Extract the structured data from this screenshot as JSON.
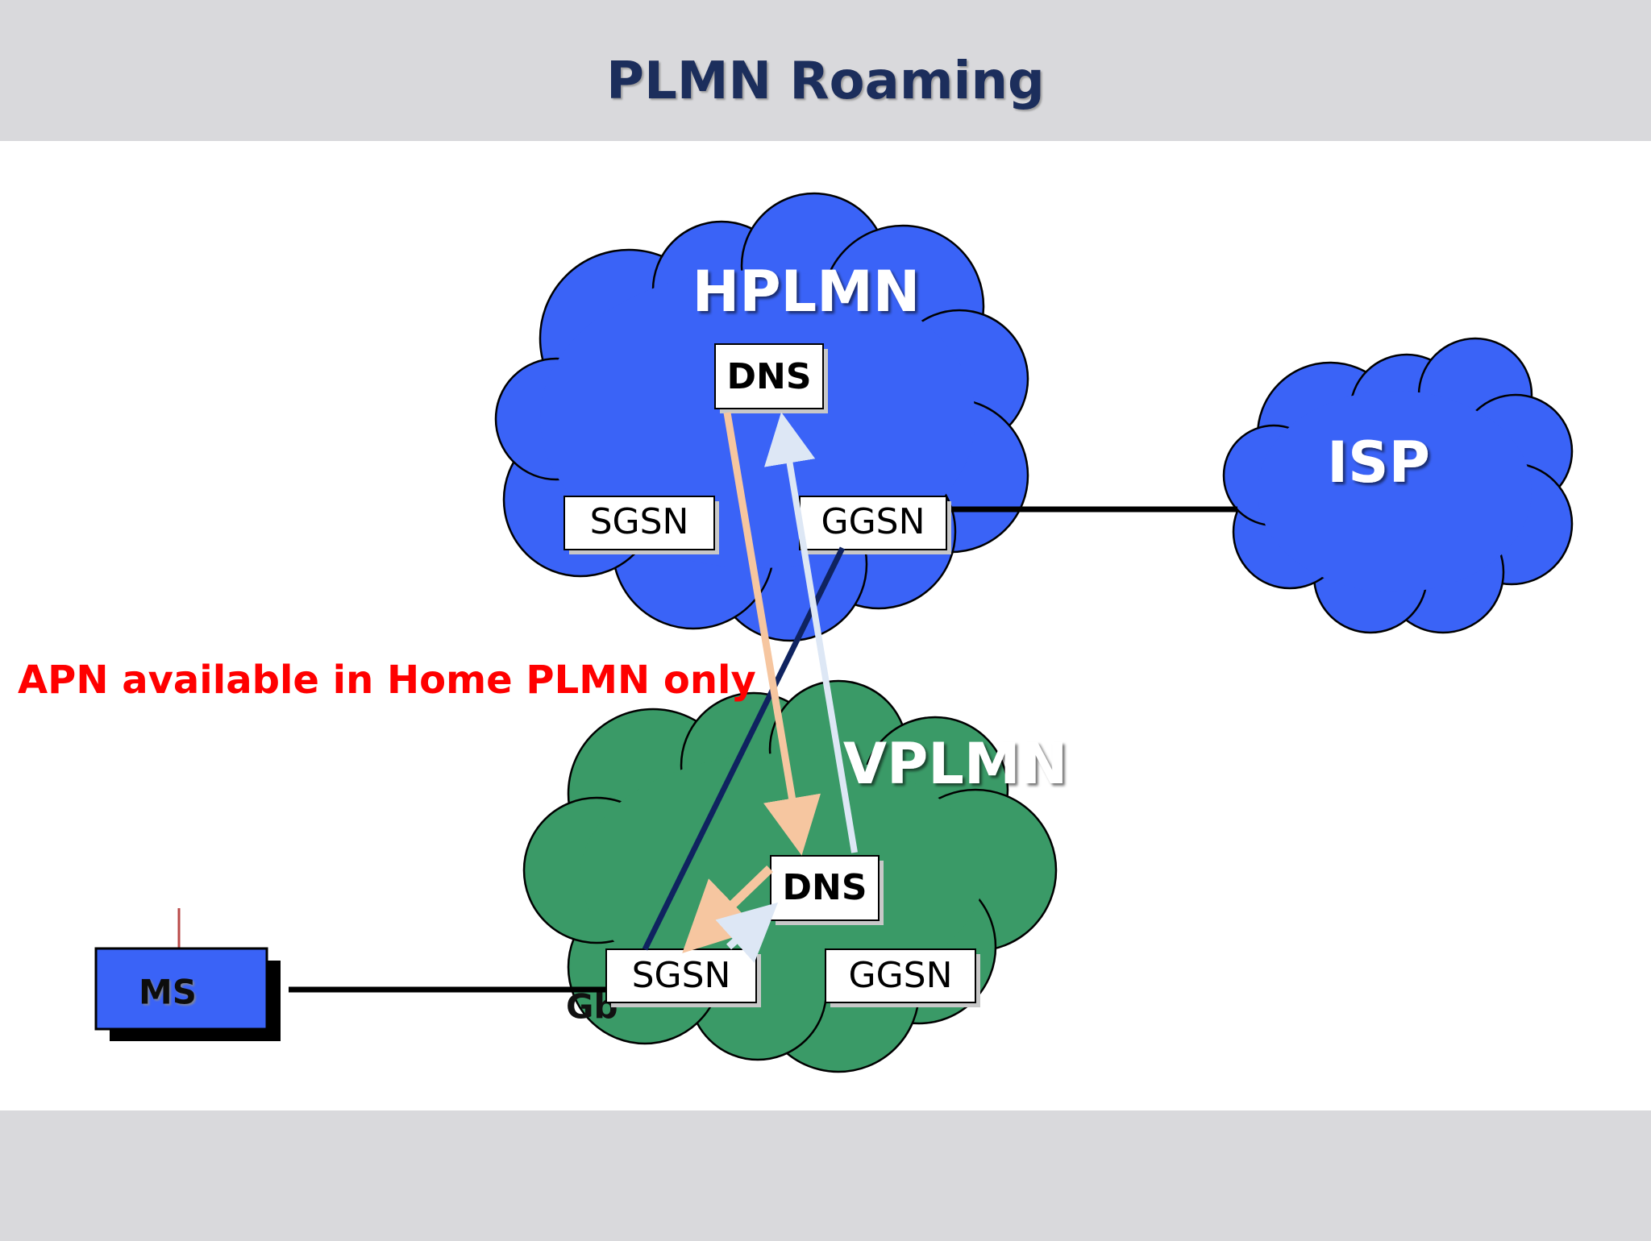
{
  "slide": {
    "title": "PLMN Roaming",
    "annotation": "APN available in Home PLMN only"
  },
  "colors": {
    "header_bg": "#d9d9dc",
    "title": "#1f2d5c",
    "hplmn_cloud": "#3a63f7",
    "vplmn_cloud": "#3a9a67",
    "isp_cloud": "#3a63f7",
    "annotation": "#ff0000",
    "ms_box": "#3a63f7",
    "dns_query_arrow": "#f6c6a0",
    "dns_response_arrow": "#dde7f5",
    "gtp_tunnel": "#0f2360"
  },
  "networks": {
    "hplmn": {
      "label": "HPLMN",
      "dns": "DNS",
      "sgsn": "SGSN",
      "ggsn": "GGSN"
    },
    "vplmn": {
      "label": "VPLMN",
      "dns": "DNS",
      "sgsn": "SGSN",
      "ggsn": "GGSN",
      "interface": "Gb"
    },
    "isp": {
      "label": "ISP"
    }
  },
  "ms": {
    "label": "MS"
  }
}
